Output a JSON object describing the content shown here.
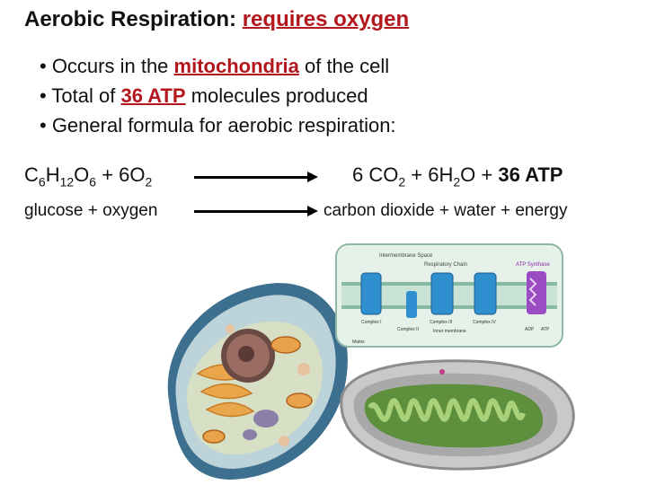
{
  "title": {
    "prefix": "Aerobic Respiration: ",
    "highlight": "requires oxygen"
  },
  "bullets": [
    {
      "pre": "• Occurs in the ",
      "hl": "mitochondria",
      "post": " of the cell"
    },
    {
      "pre": "• Total of ",
      "hl": "36 ATP",
      "post": " molecules produced"
    },
    {
      "pre": "• General formula for aerobic respiration:",
      "hl": "",
      "post": ""
    }
  ],
  "equation": {
    "reactants": [
      "C",
      "6",
      "H",
      "12",
      "O",
      "6",
      " + 6O",
      "2"
    ],
    "products": [
      "6 CO",
      "2",
      " + 6H",
      "2",
      "O + ",
      "36 ATP"
    ]
  },
  "word_equation": {
    "reactants": "glucose + oxygen",
    "products": "carbon dioxide + water + energy"
  },
  "etc_diagram": {
    "header": "Intermembrane Space",
    "chain_label": "Respiratory Chain",
    "synthase_label": "ATP Synthase",
    "matrix_label": "Matrix",
    "inner_membrane_label": "Inner membrane",
    "complexes": [
      "Complex I",
      "Complex II",
      "Complex III",
      "Complex IV"
    ],
    "adp": "ADP",
    "atp": "ATP"
  },
  "colors": {
    "accent": "#b3171d",
    "text": "#111111"
  }
}
